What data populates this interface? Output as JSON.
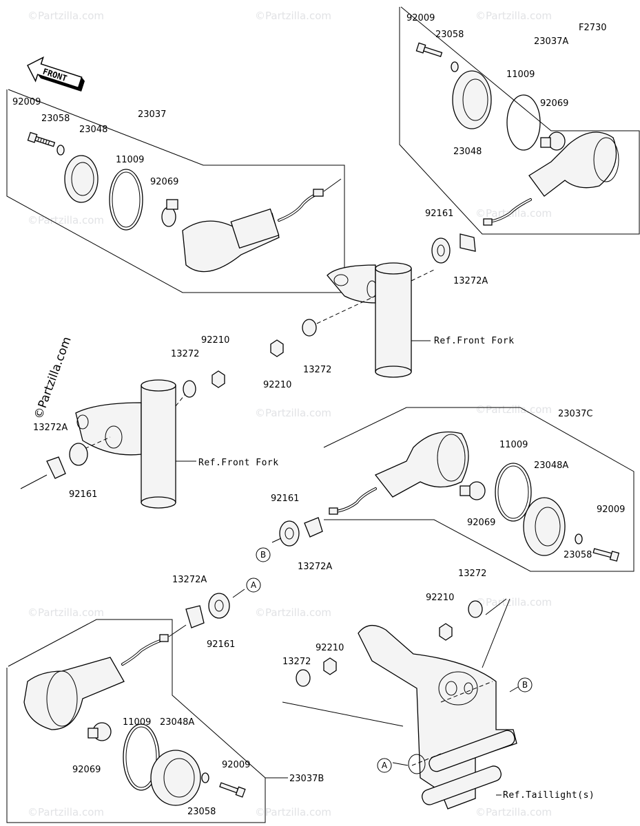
{
  "figure_code": "F2730",
  "front_arrow": "FRONT",
  "watermark": "©Partzilla.com",
  "refs": {
    "front_fork_upper": "Ref.Front Fork",
    "front_fork_lower": "Ref.Front Fork",
    "taillight": "Ref.Taillight(s)"
  },
  "callouts": {
    "a": "A",
    "b": "B"
  },
  "labels": {
    "top_left": [
      "92009",
      "23058",
      "23048",
      "23037",
      "11009",
      "92069"
    ],
    "top_right": [
      "92009",
      "23058",
      "23037A",
      "11009",
      "92069",
      "23048"
    ],
    "center_upper": [
      "92161",
      "13272A",
      "92210",
      "13272"
    ],
    "center_left": [
      "92210",
      "13272",
      "13272A",
      "92161"
    ],
    "middle_right": [
      "23037C",
      "11009",
      "23048A",
      "92161",
      "92009",
      "92069",
      "23058",
      "13272A"
    ],
    "lower_center": [
      "13272A",
      "92161",
      "13272",
      "92210"
    ],
    "bottom_left": [
      "92210",
      "13272",
      "11009",
      "23048A",
      "92009",
      "92069",
      "23058",
      "23037B"
    ]
  }
}
